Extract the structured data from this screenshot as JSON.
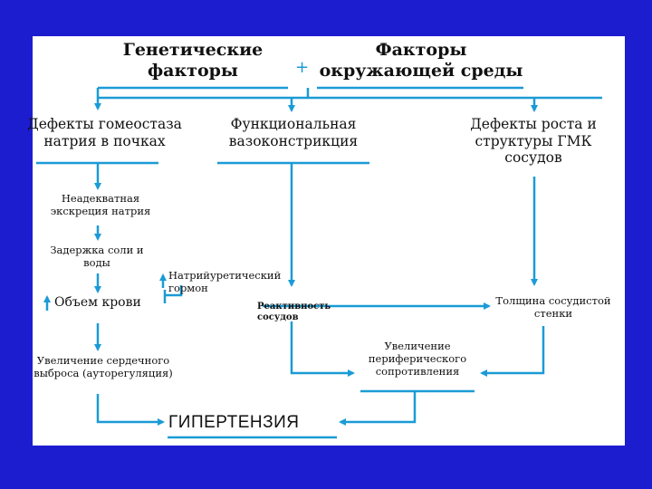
{
  "nodes": {
    "genetic": "Генетические факторы",
    "plus": "+",
    "environment": "Факторы окружающей среды",
    "sodium_defect": "Дефекты гомеостаза натрия в почках",
    "vasoconstriction": "Функциональная вазоконстрикция",
    "smc_defect": "Дефекты роста и структуры ГМК сосудов",
    "excretion": "Неадекватная экскреция натрия",
    "retention": "Задержка соли и воды",
    "natriuretic": "Натрийуретический гормон",
    "blood_volume": "Объем крови",
    "reactivity": "Реактивность сосудов",
    "wall_thickness": "Толщина сосудистой стенки",
    "resistance": "Увеличение периферического сопротивления",
    "cardiac_output": "Увеличение сердечного выброса (ауторегуляция)",
    "hypertension": "ГИПЕРТЕНЗИЯ"
  },
  "colors": {
    "background": "#1d1dd0",
    "arrow": "#1a9bd6",
    "panel": "#ffffff"
  }
}
